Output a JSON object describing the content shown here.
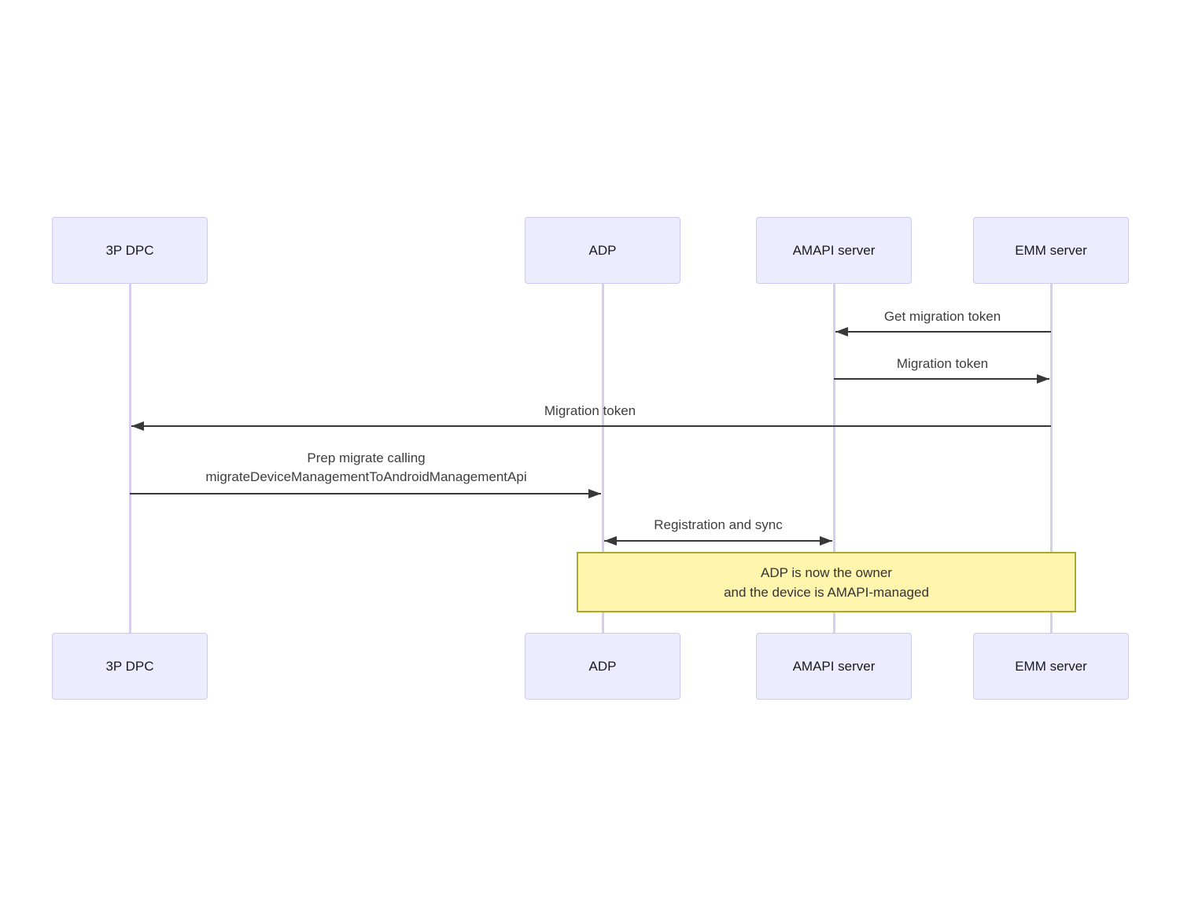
{
  "diagram": {
    "type": "sequence",
    "actors": [
      {
        "id": "3p-dpc",
        "label": "3P DPC"
      },
      {
        "id": "adp",
        "label": "ADP"
      },
      {
        "id": "amapi-server",
        "label": "AMAPI server"
      },
      {
        "id": "emm-server",
        "label": "EMM server"
      }
    ],
    "messages": [
      {
        "label": "Get migration token",
        "from": "EMM server",
        "to": "AMAPI server",
        "arrow": "left"
      },
      {
        "label": "Migration token",
        "from": "AMAPI server",
        "to": "EMM server",
        "arrow": "right"
      },
      {
        "label": "Migration token",
        "from": "EMM server",
        "to": "3P DPC",
        "arrow": "left"
      },
      {
        "label": "Prep migrate calling\nmigrateDeviceManagementToAndroidManagementApi",
        "from": "3P DPC",
        "to": "ADP",
        "arrow": "right"
      },
      {
        "label": "Registration and sync",
        "from": "ADP",
        "to": "AMAPI server",
        "arrow": "both"
      }
    ],
    "note": {
      "text": "ADP is now the owner\nand the device is AMAPI-managed",
      "over": [
        "ADP",
        "EMM server"
      ]
    },
    "colors": {
      "actor_fill": "#ECECFF",
      "actor_border": "#cfc8ef",
      "lifeline": "#d9cdee",
      "arrow": "#383838",
      "message_text": "#3d3d3d",
      "note_fill": "#fff5ad",
      "note_border": "#aaaa33",
      "note_text": "#333333",
      "background": "#ffffff"
    }
  }
}
